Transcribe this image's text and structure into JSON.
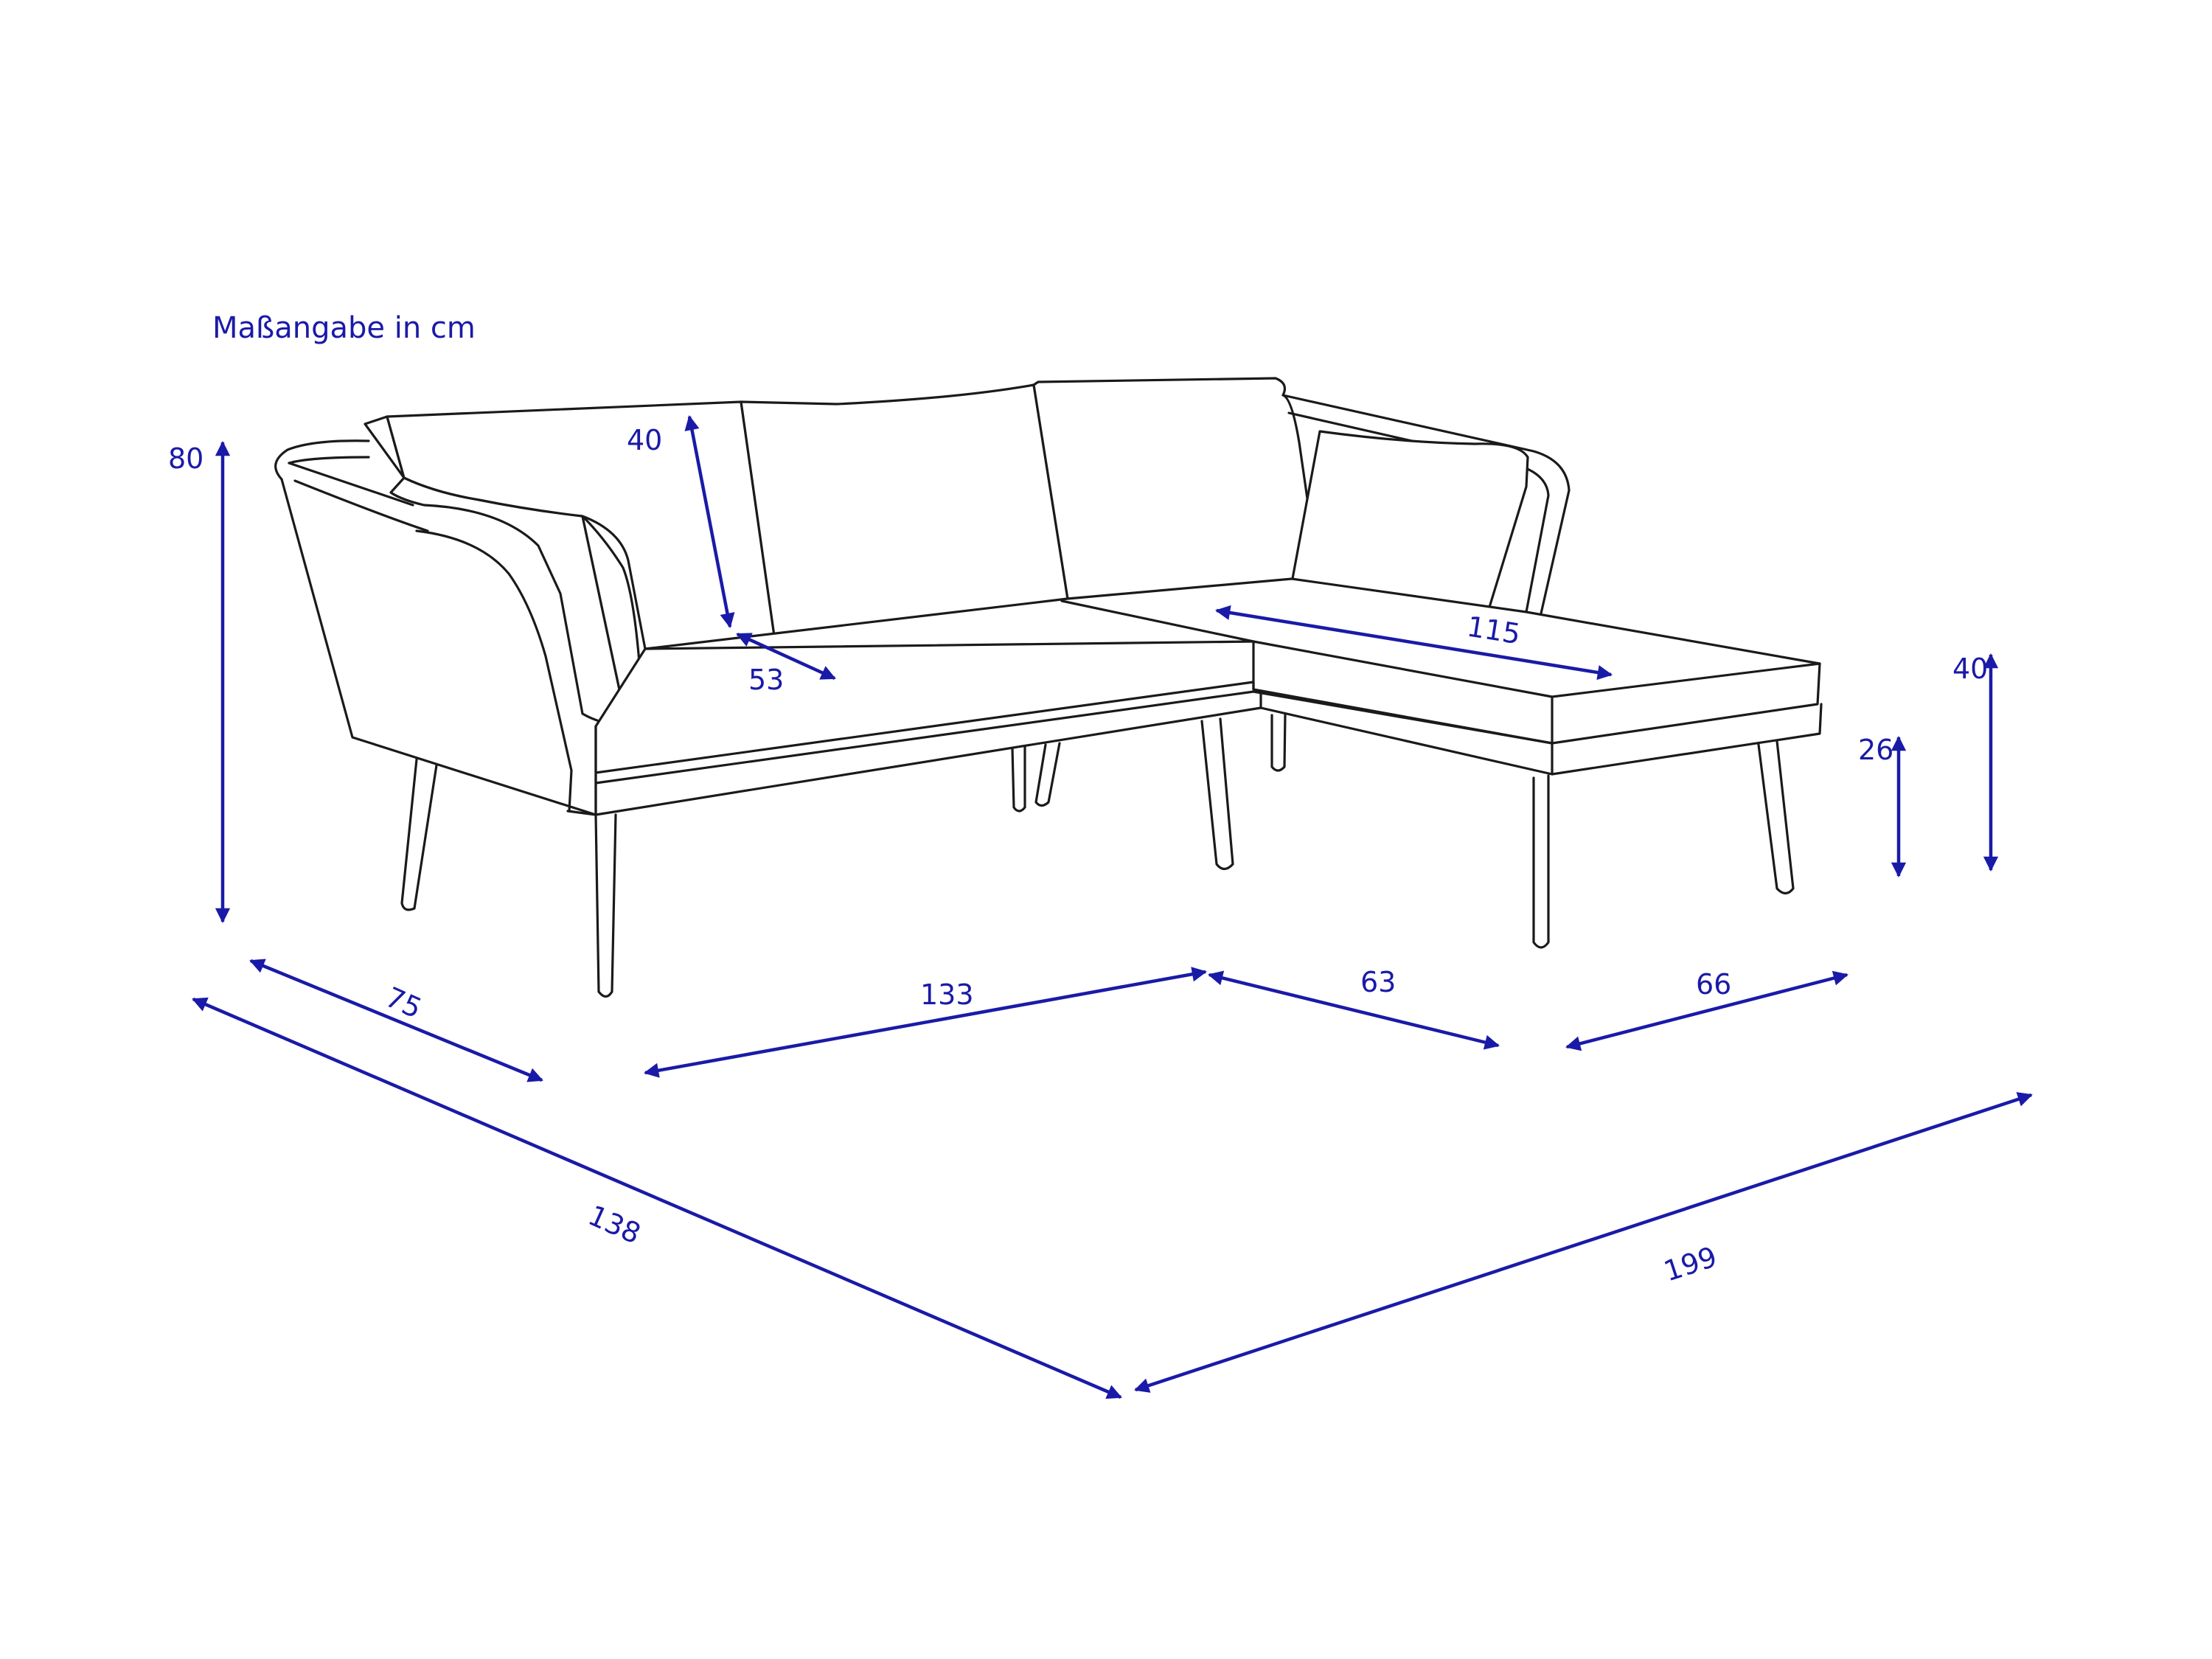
{
  "title": "Maßangabe in cm",
  "dimensions": {
    "height_total": "80",
    "backrest_height": "40",
    "seat_depth": "53",
    "chaise_inner_length": "115",
    "chaise_height": "40",
    "seat_height": "26",
    "depth_side": "75",
    "sofa_length": "133",
    "chaise_width": "63",
    "chaise_end": "66",
    "total_depth": "138",
    "total_length": "199"
  },
  "colors": {
    "dimension": "#1a1aa8",
    "outline": "#1a1a1a"
  }
}
